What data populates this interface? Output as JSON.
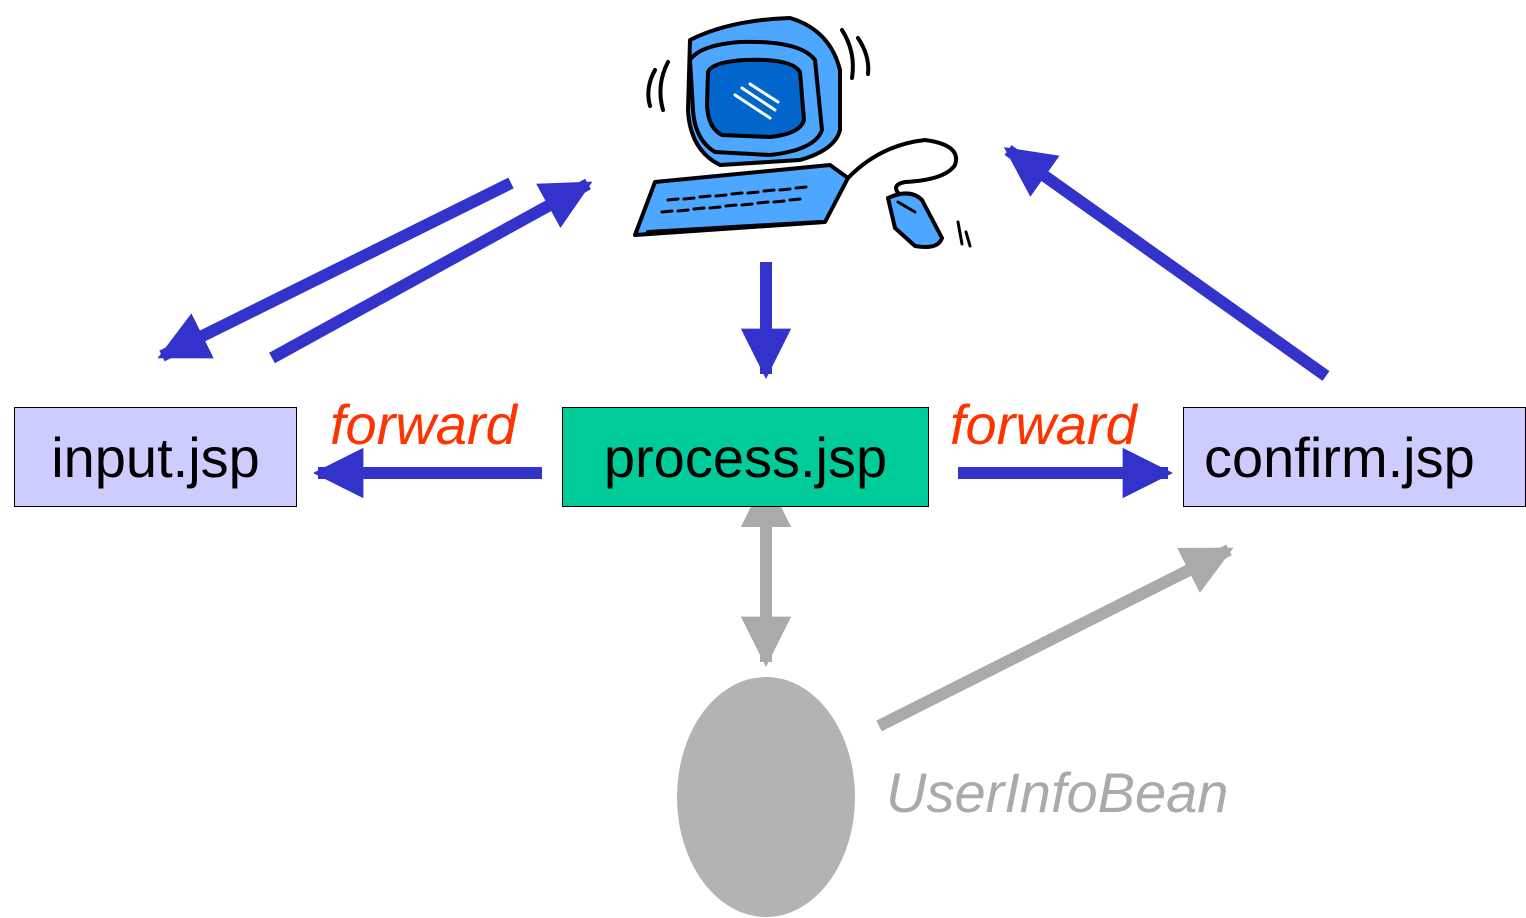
{
  "colors": {
    "flow_arrow": "#3333cc",
    "bean_arrow": "#aaaaaa",
    "node_fill": "#ccccff",
    "process_fill": "#00cc99",
    "forward_text": "#ff3300",
    "bean_text": "#aaaaaa",
    "bean_fill": "#b3b3b3",
    "computer_blue": "#4da6ff",
    "computer_screen": "#0066cc"
  },
  "client": {
    "icon": "computer-icon"
  },
  "nodes": {
    "input": {
      "label": "input.jsp"
    },
    "process": {
      "label": "process.jsp"
    },
    "confirm": {
      "label": "confirm.jsp"
    }
  },
  "edges": {
    "forward_left": {
      "label": "forward"
    },
    "forward_right": {
      "label": "forward"
    }
  },
  "bean": {
    "label": "UserInfoBean"
  }
}
